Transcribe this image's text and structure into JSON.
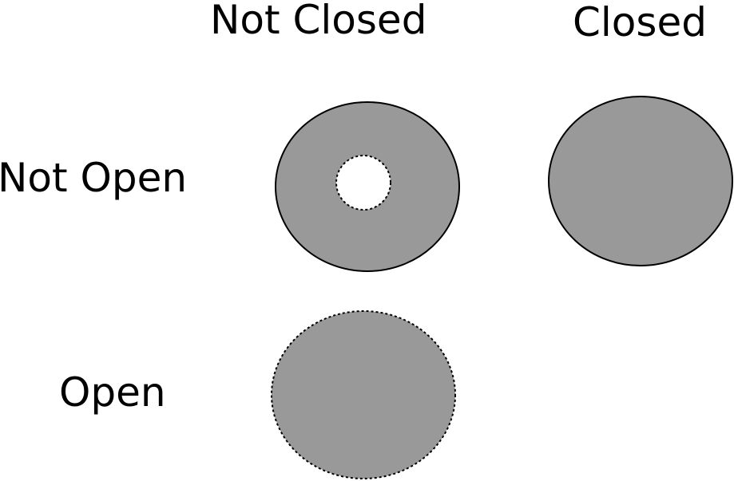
{
  "columns": {
    "not_closed": "Not Closed",
    "closed": "Closed"
  },
  "rows": {
    "not_open": "Not Open",
    "open": "Open"
  },
  "colors": {
    "fill": "#999999",
    "stroke": "#000000",
    "hole": "#ffffff"
  }
}
